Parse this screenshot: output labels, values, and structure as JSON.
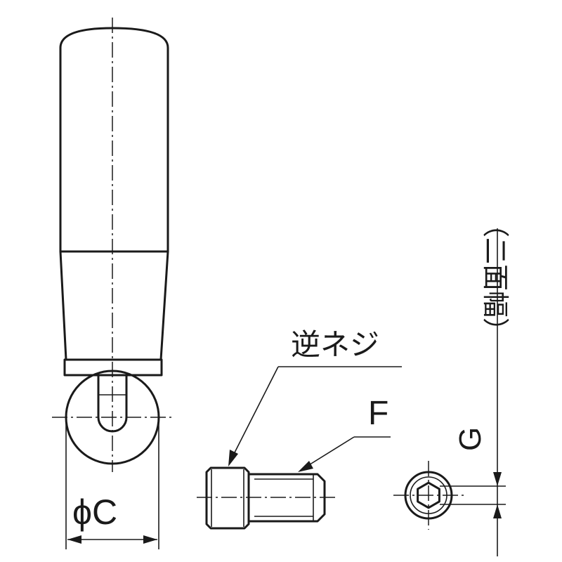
{
  "labels": {
    "diameter_c": "ϕC",
    "reverse_thread": "逆ネジ",
    "f": "F",
    "g": "G",
    "two_flats": "（二面幅）"
  }
}
